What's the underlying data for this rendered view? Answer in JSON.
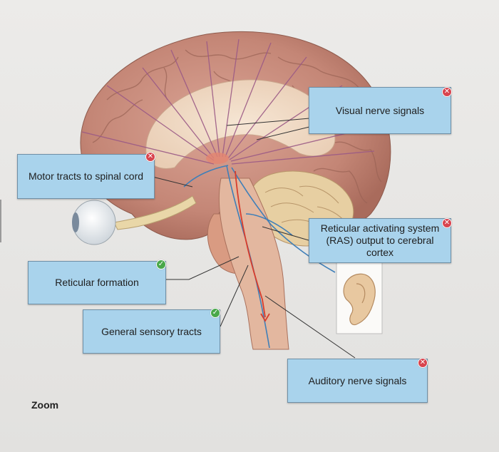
{
  "labels": [
    {
      "text": "Visual nerve signals",
      "status": "incorrect"
    },
    {
      "text": "Motor tracts to spinal cord",
      "status": "incorrect"
    },
    {
      "text": "Reticular activating system (RAS) output to cerebral cortex",
      "status": "incorrect"
    },
    {
      "text": "Reticular formation",
      "status": "correct"
    },
    {
      "text": "General sensory tracts",
      "status": "correct"
    },
    {
      "text": "Auditory nerve signals",
      "status": "incorrect"
    }
  ],
  "zoom_label": "Zoom",
  "colors": {
    "label_fill": "#a9d3ec",
    "incorrect_badge": "#d8444e",
    "correct_badge": "#49a84a",
    "brain_tissue": "#c98e7e",
    "fiber_purple": "#9b5a86",
    "fiber_blue": "#3f7fb8",
    "fiber_red": "#d83c2c"
  },
  "icons": {
    "incorrect_badge": "x-icon",
    "correct_badge": "check-icon"
  }
}
